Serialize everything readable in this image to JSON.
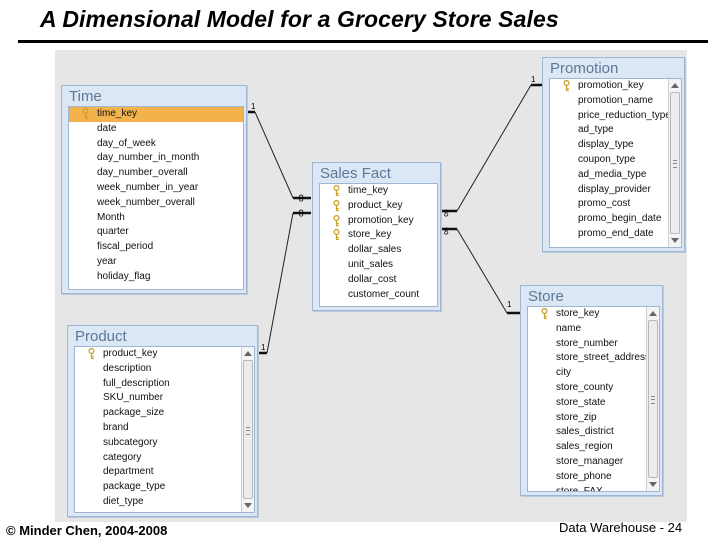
{
  "slide": {
    "title": "A Dimensional Model for a Grocery Store Sales",
    "footer_left": "© Minder Chen, 2004-2008",
    "footer_right": "Data Warehouse - 24"
  },
  "tables": {
    "time": {
      "title": "Time",
      "fields": [
        "time_key",
        "date",
        "day_of_week",
        "day_number_in_month",
        "day_number_overall",
        "week_number_in_year",
        "week_number_overall",
        "Month",
        "quarter",
        "fiscal_period",
        "year",
        "holiday_flag"
      ],
      "selected": "time_key"
    },
    "sales_fact": {
      "title": "Sales Fact",
      "fields": [
        "time_key",
        "product_key",
        "promotion_key",
        "store_key",
        "dollar_sales",
        "unit_sales",
        "dollar_cost",
        "customer_count"
      ]
    },
    "promotion": {
      "title": "Promotion",
      "fields": [
        "promotion_key",
        "promotion_name",
        "price_reduction_type",
        "ad_type",
        "display_type",
        "coupon_type",
        "ad_media_type",
        "display_provider",
        "promo_cost",
        "promo_begin_date",
        "promo_end_date"
      ]
    },
    "product": {
      "title": "Product",
      "fields": [
        "product_key",
        "description",
        "full_description",
        "SKU_number",
        "package_size",
        "brand",
        "subcategory",
        "category",
        "department",
        "package_type",
        "diet_type"
      ]
    },
    "store": {
      "title": "Store",
      "fields": [
        "store_key",
        "name",
        "store_number",
        "store_street_address",
        "city",
        "store_county",
        "store_state",
        "store_zip",
        "sales_district",
        "sales_region",
        "store_manager",
        "store_phone",
        "store_FAX"
      ]
    }
  },
  "relationships": {
    "one_label": "1",
    "many_label": "∞"
  },
  "colors": {
    "background": "#e6e6e6",
    "table_header": "#dbe7f5",
    "table_border": "#9fb6d3",
    "title_text": "#5f7897",
    "selected_row": "#f3b24c",
    "key_icon": "#c8a02a"
  },
  "icons": {
    "key": "key-icon",
    "scroll_up": "scroll-up-icon",
    "scroll_down": "scroll-down-icon"
  }
}
